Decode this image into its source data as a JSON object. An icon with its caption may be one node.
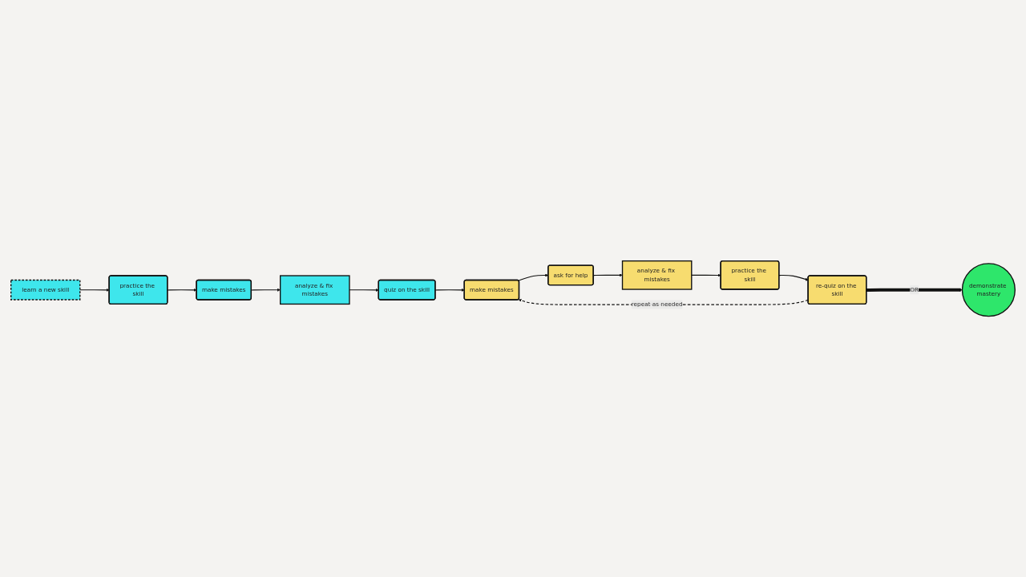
{
  "diagram": {
    "nodes": [
      {
        "text": [
          "learn a new skill"
        ]
      },
      {
        "text": [
          "practice the skill"
        ]
      },
      {
        "text": [
          "make mistakes"
        ]
      },
      {
        "text": [
          "analyze & fix mistakes"
        ]
      },
      {
        "text": [
          "quiz on the skill"
        ]
      },
      {
        "text": [
          "make mistakes"
        ]
      },
      {
        "text": [
          "ask for help"
        ]
      },
      {
        "text": [
          "analyze & fix mistakes"
        ]
      },
      {
        "text": [
          "practice the skill"
        ]
      },
      {
        "text": [
          "re-quiz on the skill"
        ]
      },
      {
        "text": [
          "demonstrate mastery"
        ]
      }
    ],
    "edges": [
      {
        "from": 0,
        "to": 1,
        "arrow": "to"
      },
      {
        "from": 1,
        "to": 2,
        "arrow": "to"
      },
      {
        "from": 2,
        "to": 3,
        "arrow": "to"
      },
      {
        "from": 3,
        "to": 4,
        "arrow": "to"
      },
      {
        "from": 4,
        "to": 5,
        "arrow": "to"
      },
      {
        "from": 5,
        "to": 6,
        "arrow": "to"
      },
      {
        "from": 6,
        "to": 7,
        "arrow": "to"
      },
      {
        "from": 7,
        "to": 8,
        "arrow": "to"
      },
      {
        "from": 8,
        "to": 9,
        "arrow": "to"
      },
      {
        "from": 9,
        "to": 5,
        "label": "repeat as needed",
        "arrow": "to",
        "style": "dashed"
      },
      {
        "from": 9,
        "to": 10,
        "label": "OR",
        "arrow": "to",
        "style": "thick"
      }
    ]
  }
}
